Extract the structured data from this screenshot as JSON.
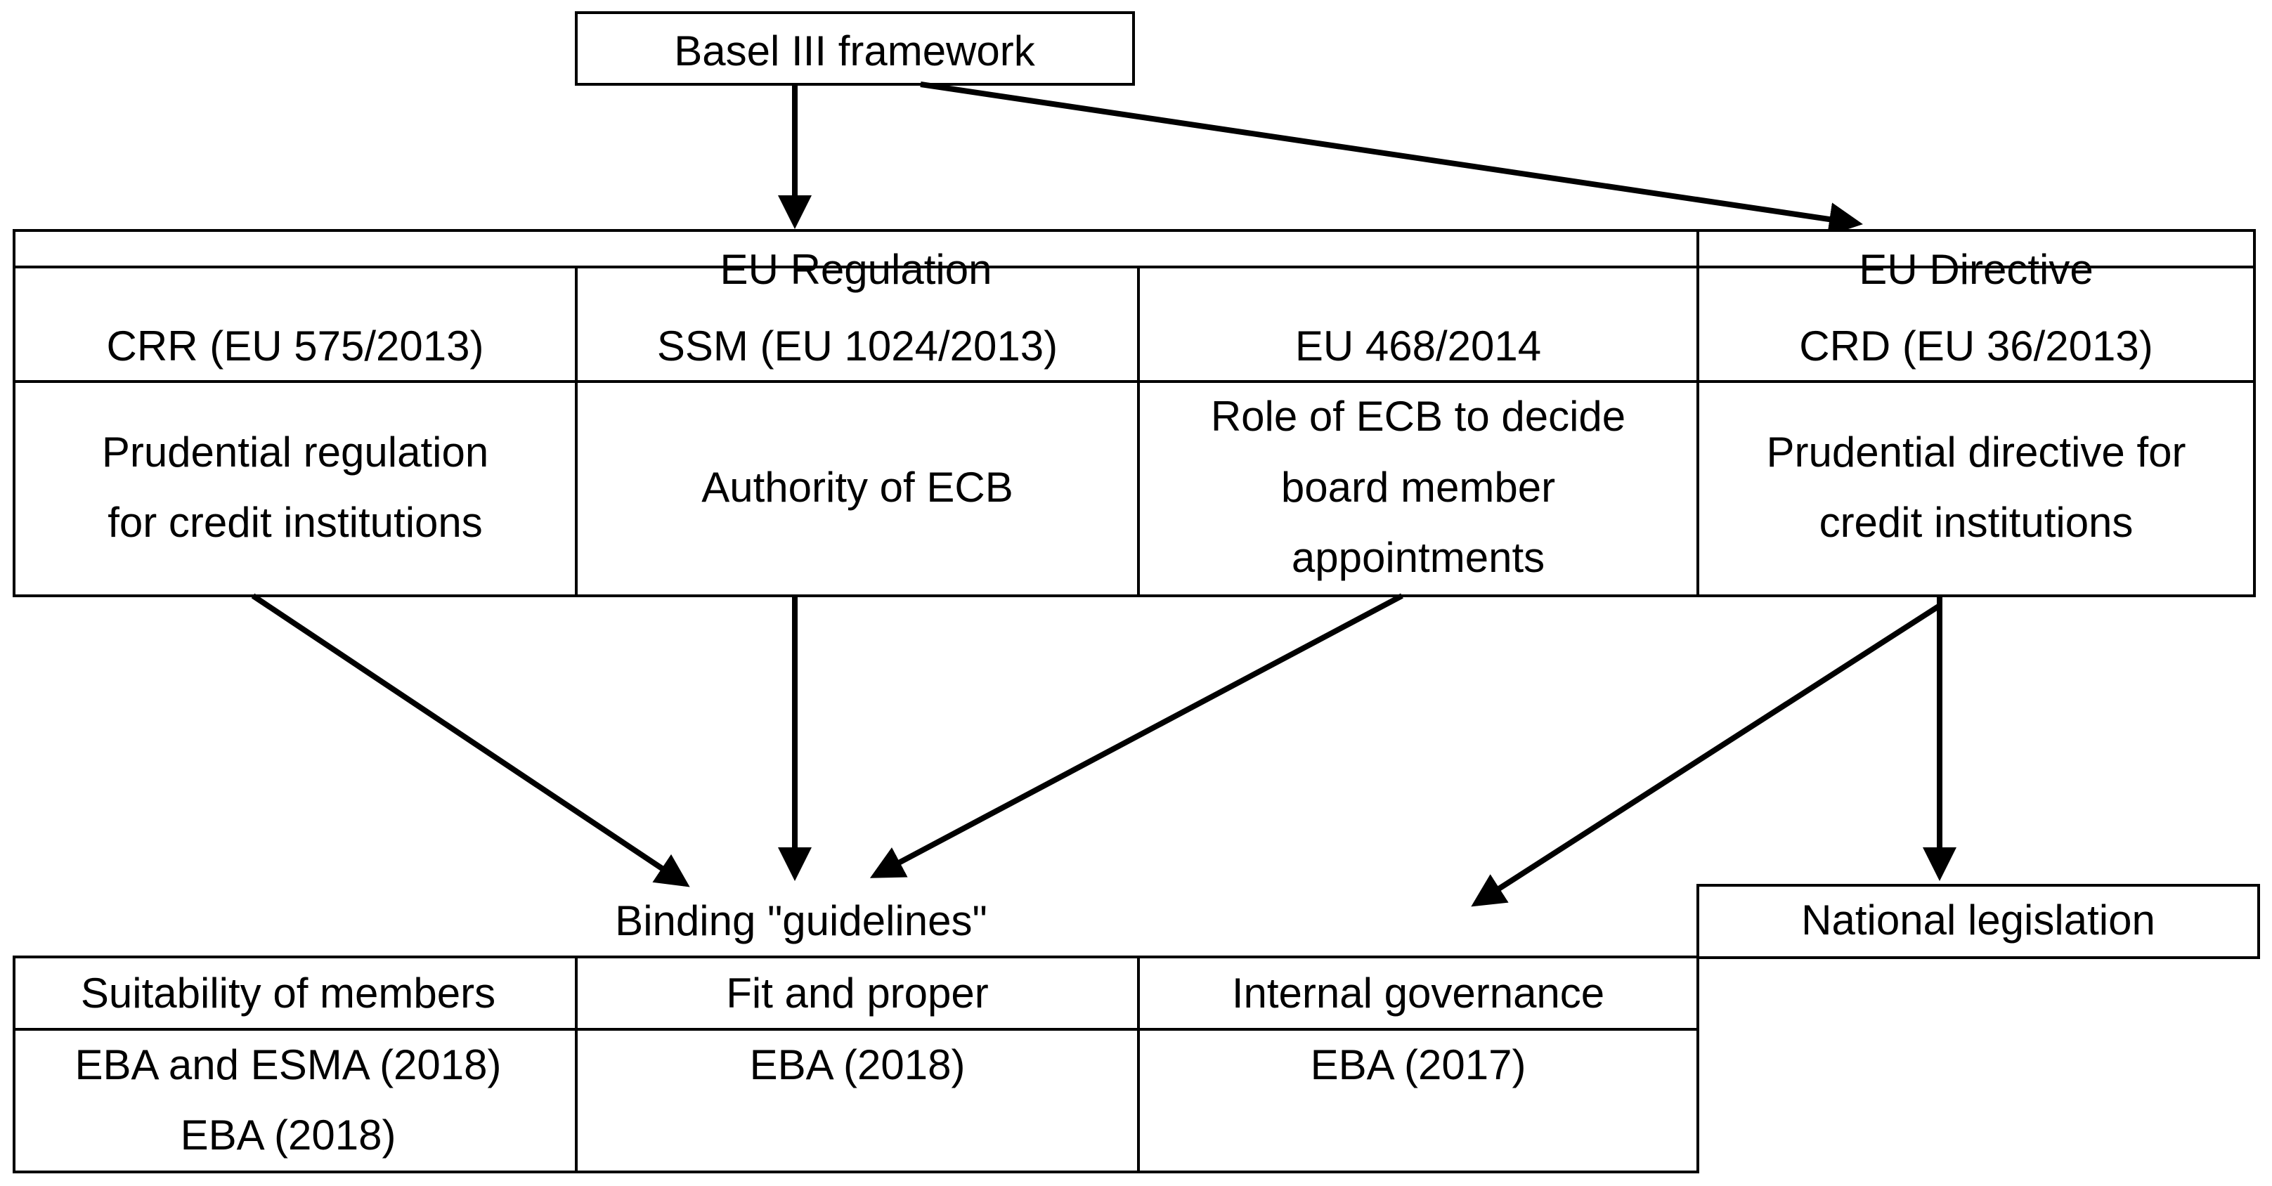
{
  "top": {
    "label": "Basel III framework"
  },
  "regulation": {
    "header": "EU Regulation",
    "columns": [
      {
        "title": "CRR (EU 575/2013)",
        "desc": [
          "Prudential regulation",
          "for credit institutions"
        ]
      },
      {
        "title": "SSM (EU 1024/2013)",
        "desc": [
          "Authority of ECB"
        ]
      },
      {
        "title": "EU 468/2014",
        "desc": [
          "Role of ECB to decide",
          "board member",
          "appointments"
        ]
      }
    ]
  },
  "directive": {
    "header": "EU Directive",
    "title": "CRD (EU 36/2013)",
    "desc": [
      "Prudential directive for",
      "credit institutions"
    ]
  },
  "guidelines": {
    "label": "Binding \"guidelines\"",
    "columns": [
      {
        "title": "Suitability of members",
        "refs": [
          "EBA and ESMA (2018)",
          "EBA (2018)"
        ]
      },
      {
        "title": "Fit and proper",
        "refs": [
          "EBA (2018)"
        ]
      },
      {
        "title": "Internal governance",
        "refs": [
          "EBA (2017)"
        ]
      }
    ]
  },
  "national": {
    "label": "National legislation"
  }
}
